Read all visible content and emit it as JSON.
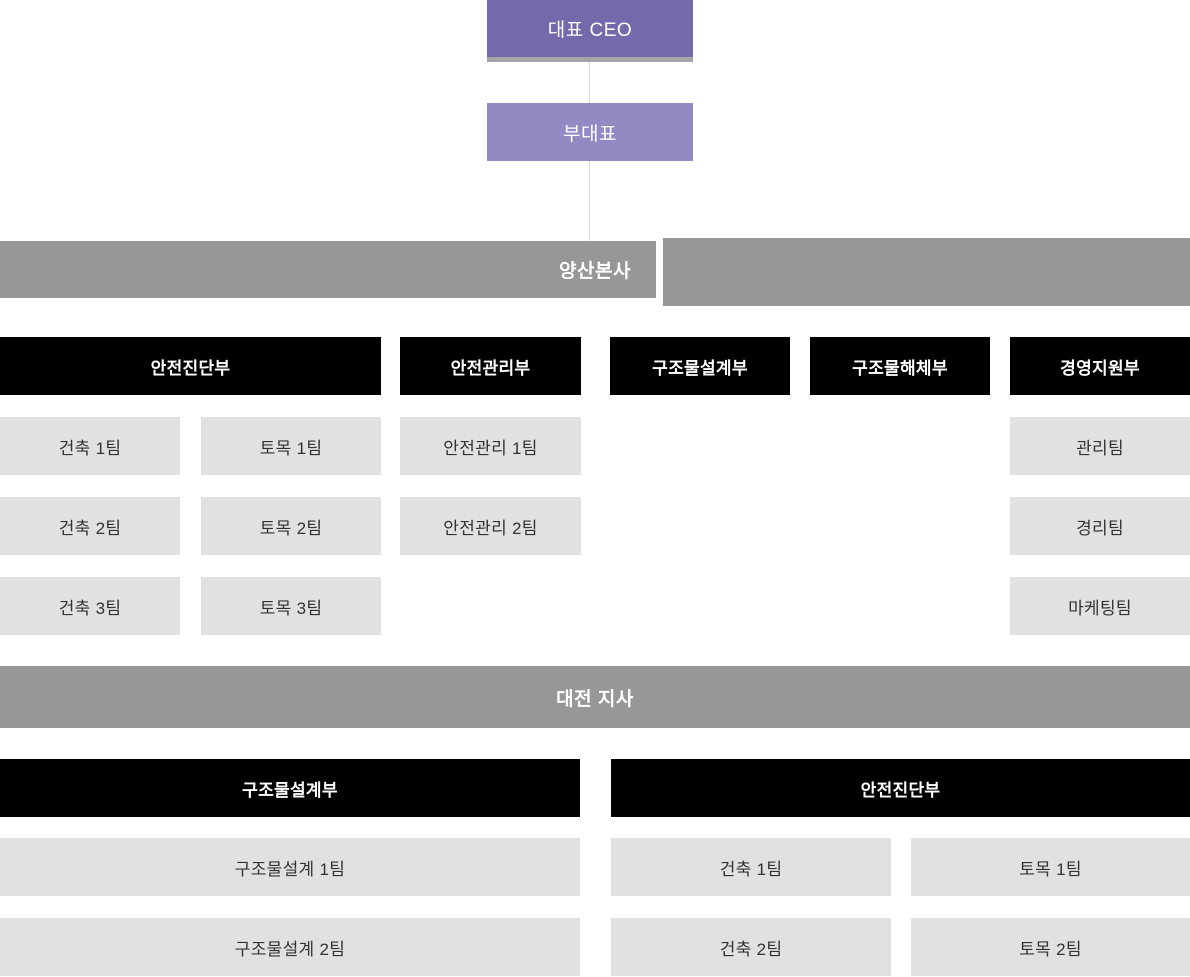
{
  "colors": {
    "ceo_box": "#7568ab",
    "vice_box": "#938ac3",
    "section_bar": "#979797",
    "dept_header_bg": "#000000",
    "dept_header_text": "#ffffff",
    "team_box_bg": "#e1e1e1",
    "team_text": "#333333",
    "connector_line": "#dcdcdc"
  },
  "org": {
    "ceo": "대표 CEO",
    "vice": "부대표",
    "hq": {
      "title": "양산본사",
      "departments": [
        {
          "name": "안전진단부",
          "columns": [
            [
              "건축 1팀",
              "건축 2팀",
              "건축 3팀"
            ],
            [
              "토목 1팀",
              "토목 2팀",
              "토목 3팀"
            ]
          ]
        },
        {
          "name": "안전관리부",
          "columns": [
            [
              "안전관리 1팀",
              "안전관리 2팀"
            ]
          ]
        },
        {
          "name": "구조물설계부",
          "columns": []
        },
        {
          "name": "구조물해체부",
          "columns": []
        },
        {
          "name": "경영지원부",
          "columns": [
            [
              "관리팀",
              "경리팀",
              "마케팅팀"
            ]
          ]
        }
      ]
    },
    "branch": {
      "title": "대전 지사",
      "departments": [
        {
          "name": "구조물설계부",
          "columns": [
            [
              "구조물설계 1팀",
              "구조물설계 2팀"
            ]
          ]
        },
        {
          "name": "안전진단부",
          "columns": [
            [
              "건축 1팀",
              "건축 2팀"
            ],
            [
              "토목 1팀",
              "토목 2팀"
            ]
          ]
        }
      ]
    }
  }
}
